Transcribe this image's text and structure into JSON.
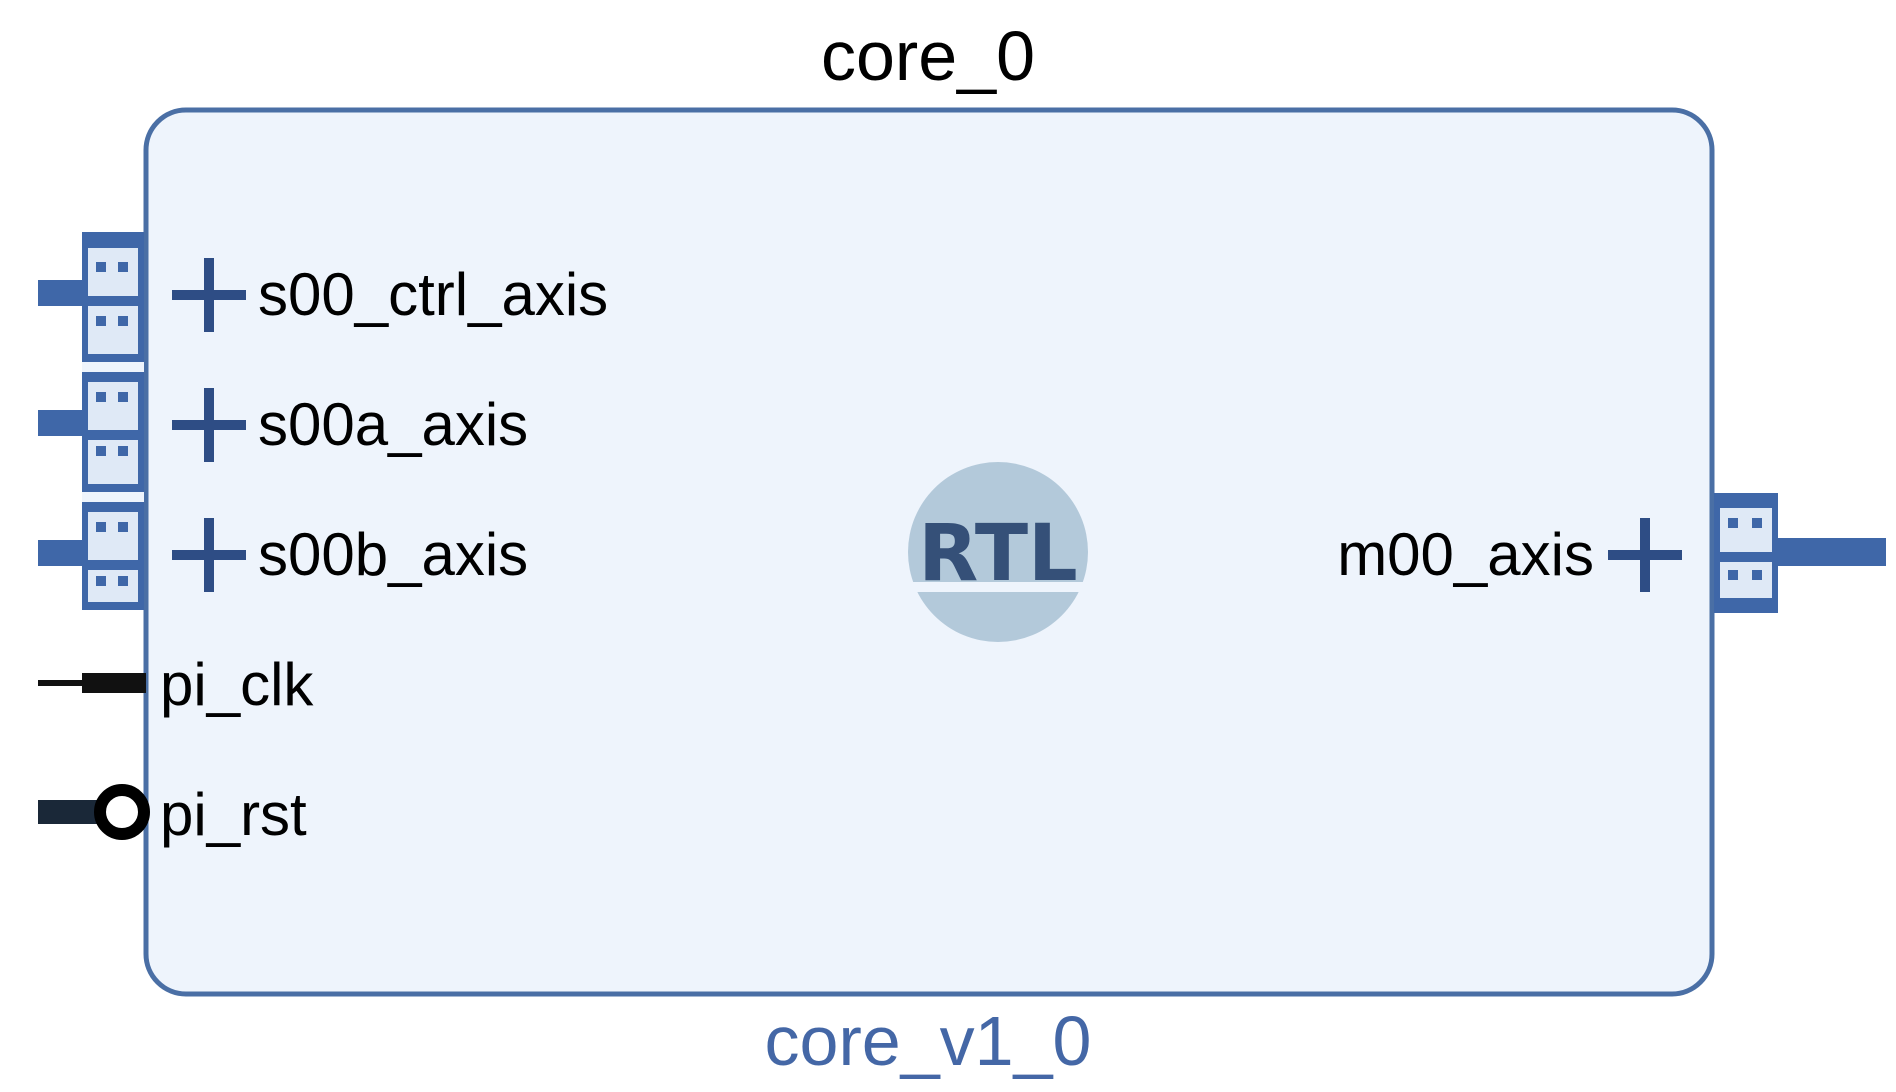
{
  "block": {
    "instance_name": "core_0",
    "ip_name": "core_v1_0",
    "badge_text": "RTL"
  },
  "ports": {
    "left": [
      {
        "name": "s00_ctrl_axis",
        "kind": "bus"
      },
      {
        "name": "s00a_axis",
        "kind": "bus"
      },
      {
        "name": "s00b_axis",
        "kind": "bus"
      },
      {
        "name": "pi_clk",
        "kind": "clock"
      },
      {
        "name": "pi_rst",
        "kind": "reset"
      }
    ],
    "right": [
      {
        "name": "m00_axis",
        "kind": "bus"
      }
    ]
  },
  "colors": {
    "block_fill": "#eef4fc",
    "block_border": "#4a6fa5",
    "bus": "#3f67a8",
    "bus_light": "#5b7fbf",
    "plus": "#2e4d85",
    "subtitle": "#4467a6",
    "badge_circle": "#b3c9da",
    "badge_text": "#355078",
    "wire": "#111111"
  },
  "icons": {
    "bus_port": "interface-connector-icon",
    "expand": "plus-expand-icon",
    "clock_port": "clock-pin-icon",
    "reset_port": "reset-pin-icon",
    "rtl_badge": "rtl-module-icon"
  }
}
